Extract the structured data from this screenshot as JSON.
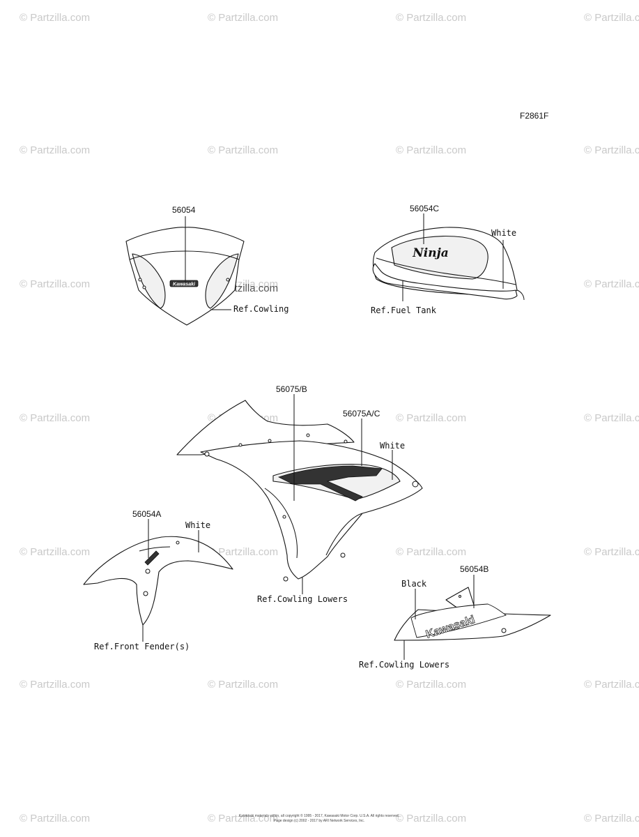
{
  "figure_code": "F2861F",
  "watermark_text": "© Partzilla.com",
  "parts": {
    "front_cowl": {
      "part_no": "56054",
      "ref": "Ref.Cowling",
      "decal_text": "Kawasaki"
    },
    "fuel_tank": {
      "part_no": "56054C",
      "color": "White",
      "ref": "Ref.Fuel Tank",
      "decal_text": "Ninja"
    },
    "side_fairing": {
      "part_no_main": "56075/B",
      "part_no_alt": "56075A/C",
      "color": "White",
      "ref": "Ref.Cowling Lowers"
    },
    "front_fender": {
      "part_no": "56054A",
      "color": "White",
      "ref": "Ref.Front Fender(s)"
    },
    "belly_pan": {
      "part_no": "56054B",
      "color": "Black",
      "ref": "Ref.Cowling Lowers",
      "decal_text": "Kawasaki"
    }
  },
  "footer": {
    "line1": "Kawasaki materials within, all copyright © 1995 - 2017, Kawasaki Motor Corp. U.S.A. All rights reserved.",
    "line2": "Page design (c) 2002 - 2017 by ARI Network Services, Inc."
  }
}
